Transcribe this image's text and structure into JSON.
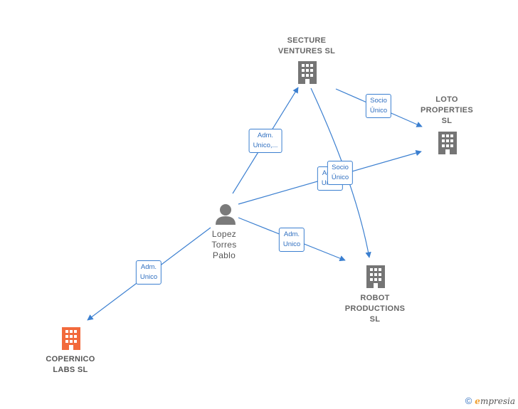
{
  "colors": {
    "edge": "#3b7fd0",
    "company_icon": "#757575",
    "focus_icon": "#f26a3c",
    "person_icon": "#7a7a7a"
  },
  "nodes": {
    "secture": {
      "lines": [
        "SECTURE",
        "VENTURES SL"
      ],
      "icon": "building-icon"
    },
    "loto": {
      "lines": [
        "LOTO",
        "PROPERTIES",
        "SL"
      ],
      "icon": "building-icon"
    },
    "robot": {
      "lines": [
        "ROBOT",
        "PRODUCTIONS",
        "SL"
      ],
      "icon": "building-icon"
    },
    "copernico": {
      "lines": [
        "COPERNICO",
        "LABS SL"
      ],
      "icon": "building-icon"
    },
    "lopez": {
      "lines": [
        "Lopez",
        "Torres",
        "Pablo"
      ],
      "icon": "person-icon"
    }
  },
  "edges": {
    "lopez_secture": [
      "Adm.",
      "Unico,..."
    ],
    "secture_loto": [
      "Socio",
      "Único"
    ],
    "lopez_loto": [
      "Adm.",
      "Unico"
    ],
    "secture_robot": [
      "Socio",
      "Único"
    ],
    "lopez_robot": [
      "Adm.",
      "Unico"
    ],
    "lopez_copernico": [
      "Adm.",
      "Unico"
    ]
  },
  "footer": {
    "copyright": "©",
    "brand_initial": "e",
    "brand_rest": "mpresia"
  }
}
